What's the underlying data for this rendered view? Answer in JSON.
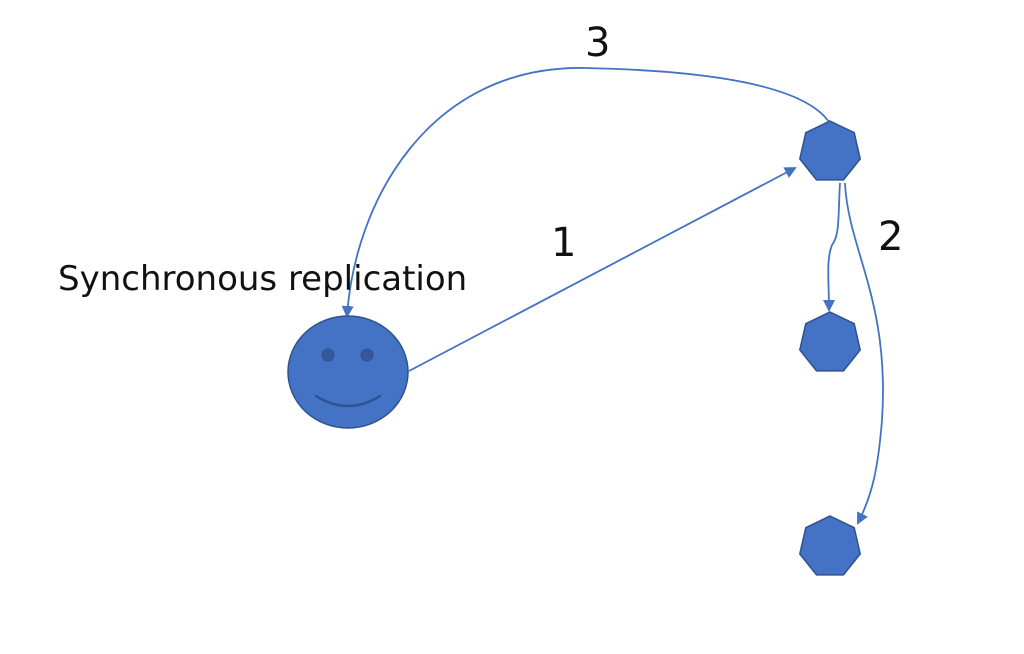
{
  "title": "Synchronous replication",
  "colors": {
    "node_fill": "#4472c4",
    "node_stroke": "#2f528f",
    "arrow": "#4472c4",
    "text": "#111111",
    "background": "#ffffff"
  },
  "nodes": [
    {
      "id": "client",
      "shape": "smiley-face",
      "icon": "smiley-face-icon"
    },
    {
      "id": "primary",
      "shape": "heptagon",
      "icon": "heptagon-icon"
    },
    {
      "id": "replica-1",
      "shape": "heptagon",
      "icon": "heptagon-icon"
    },
    {
      "id": "replica-2",
      "shape": "heptagon",
      "icon": "heptagon-icon"
    }
  ],
  "edges": [
    {
      "from": "client",
      "to": "primary",
      "label": "1"
    },
    {
      "from": "primary",
      "to": "replica-1",
      "label": "2"
    },
    {
      "from": "primary",
      "to": "replica-2",
      "label": "2"
    },
    {
      "from": "primary",
      "to": "client",
      "label": "3"
    }
  ],
  "step_labels": {
    "one": "1",
    "two": "2",
    "three": "3"
  }
}
